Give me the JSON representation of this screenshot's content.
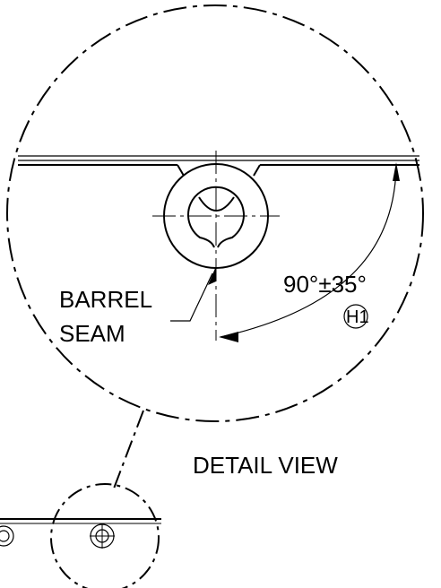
{
  "callout": {
    "seam_line1": "BARREL",
    "seam_line2": "SEAM",
    "angle_value": "90°±35°",
    "angle_tag": "H1"
  },
  "detail": {
    "title": "DETAIL VIEW"
  }
}
